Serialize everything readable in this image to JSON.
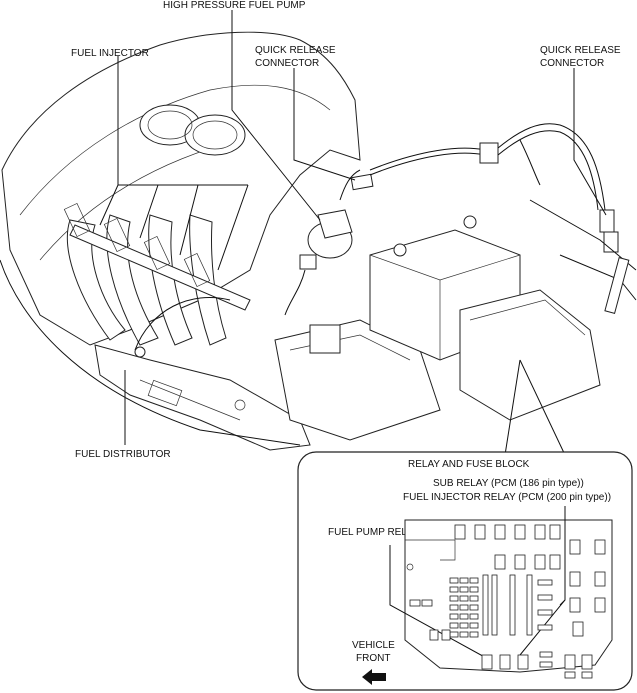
{
  "labels": {
    "high_pressure_fuel_pump": "HIGH PRESSURE FUEL PUMP",
    "fuel_injector": "FUEL INJECTOR",
    "quick_release_connector_1_line1": "QUICK RELEASE",
    "quick_release_connector_1_line2": "CONNECTOR",
    "quick_release_connector_2_line1": "QUICK RELEASE",
    "quick_release_connector_2_line2": "CONNECTOR",
    "fuel_distributor": "FUEL DISTRIBUTOR",
    "relay_and_fuse_block": "RELAY AND FUSE BLOCK",
    "sub_relay": "SUB RELAY (PCM (186 pin type))",
    "fuel_injector_relay": "FUEL INJECTOR RELAY (PCM (200 pin type))",
    "fuel_pump_relay": "FUEL PUMP RELAY",
    "vehicle_front_line1": "VEHICLE",
    "vehicle_front_line2": "FRONT"
  },
  "icons": {
    "direction_arrow": "left-arrow-icon"
  }
}
